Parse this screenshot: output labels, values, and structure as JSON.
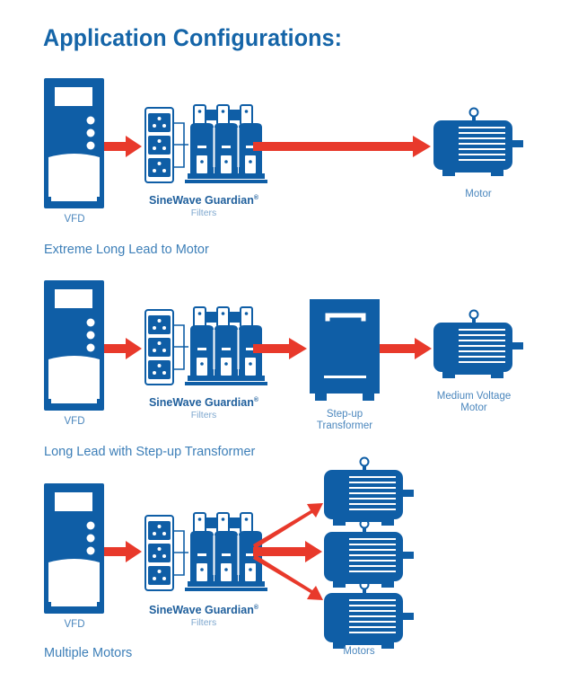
{
  "title": "Application Configurations:",
  "colors": {
    "primary_blue": "#0f5ea6",
    "arrow_red": "#e8392b",
    "caption_blue": "#3d7fb8"
  },
  "configurations": [
    {
      "caption": "Extreme Long Lead to Motor",
      "components": {
        "drive": {
          "icon": "vfd-icon",
          "label": "VFD"
        },
        "filter": {
          "icon": "sinewave-filter-icon",
          "brand": "SineWave Guardian",
          "brand_mark": "®",
          "label": "Filters"
        },
        "load": {
          "icon": "motor-icon",
          "label": "Motor"
        }
      }
    },
    {
      "caption": "Long Lead with Step-up Transformer",
      "components": {
        "drive": {
          "icon": "vfd-icon",
          "label": "VFD"
        },
        "filter": {
          "icon": "sinewave-filter-icon",
          "brand": "SineWave Guardian",
          "brand_mark": "®",
          "label": "Filters"
        },
        "transformer": {
          "icon": "transformer-icon",
          "label_line1": "Step-up",
          "label_line2": "Transformer"
        },
        "load": {
          "icon": "motor-icon",
          "label_line1": "Medium Voltage",
          "label_line2": "Motor"
        }
      }
    },
    {
      "caption": "Multiple Motors",
      "components": {
        "drive": {
          "icon": "vfd-icon",
          "label": "VFD"
        },
        "filter": {
          "icon": "sinewave-filter-icon",
          "brand": "SineWave Guardian",
          "brand_mark": "®",
          "label": "Filters"
        },
        "load": {
          "icon": "motor-icon",
          "count": 3,
          "label": "Motors"
        }
      }
    }
  ]
}
